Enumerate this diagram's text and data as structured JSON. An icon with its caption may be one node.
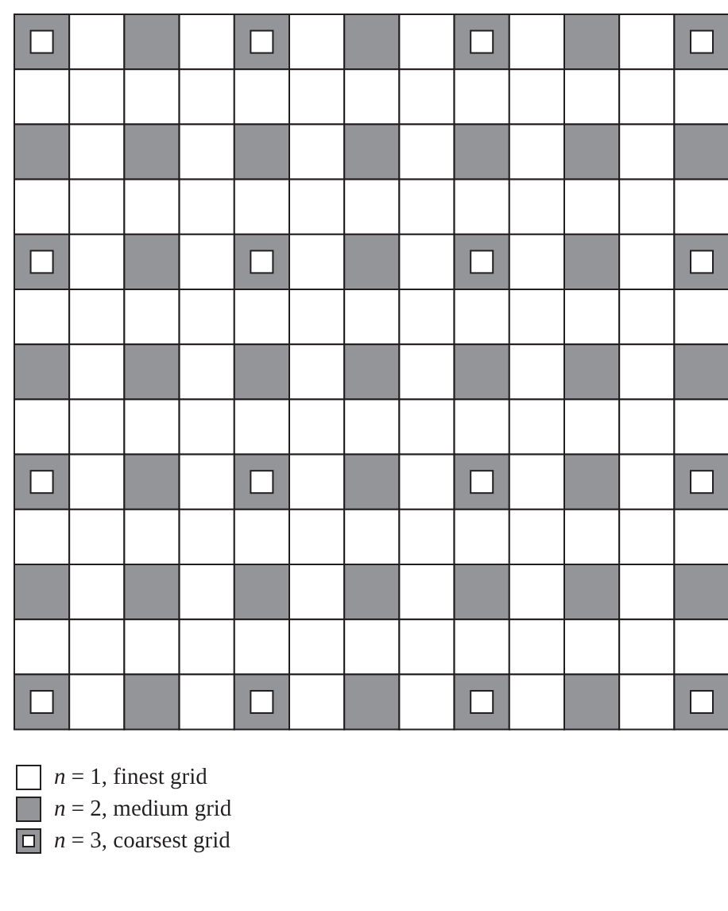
{
  "diagram": {
    "legend": [
      {
        "text": "*n* = 1, finest grid",
        "color": "#ffffff"
      },
      {
        "text": "*n* = 2, medium grid",
        "color": "#939598"
      },
      {
        "text": "*n* = 3, coarsest grid"
      }
    ]
  }
}
